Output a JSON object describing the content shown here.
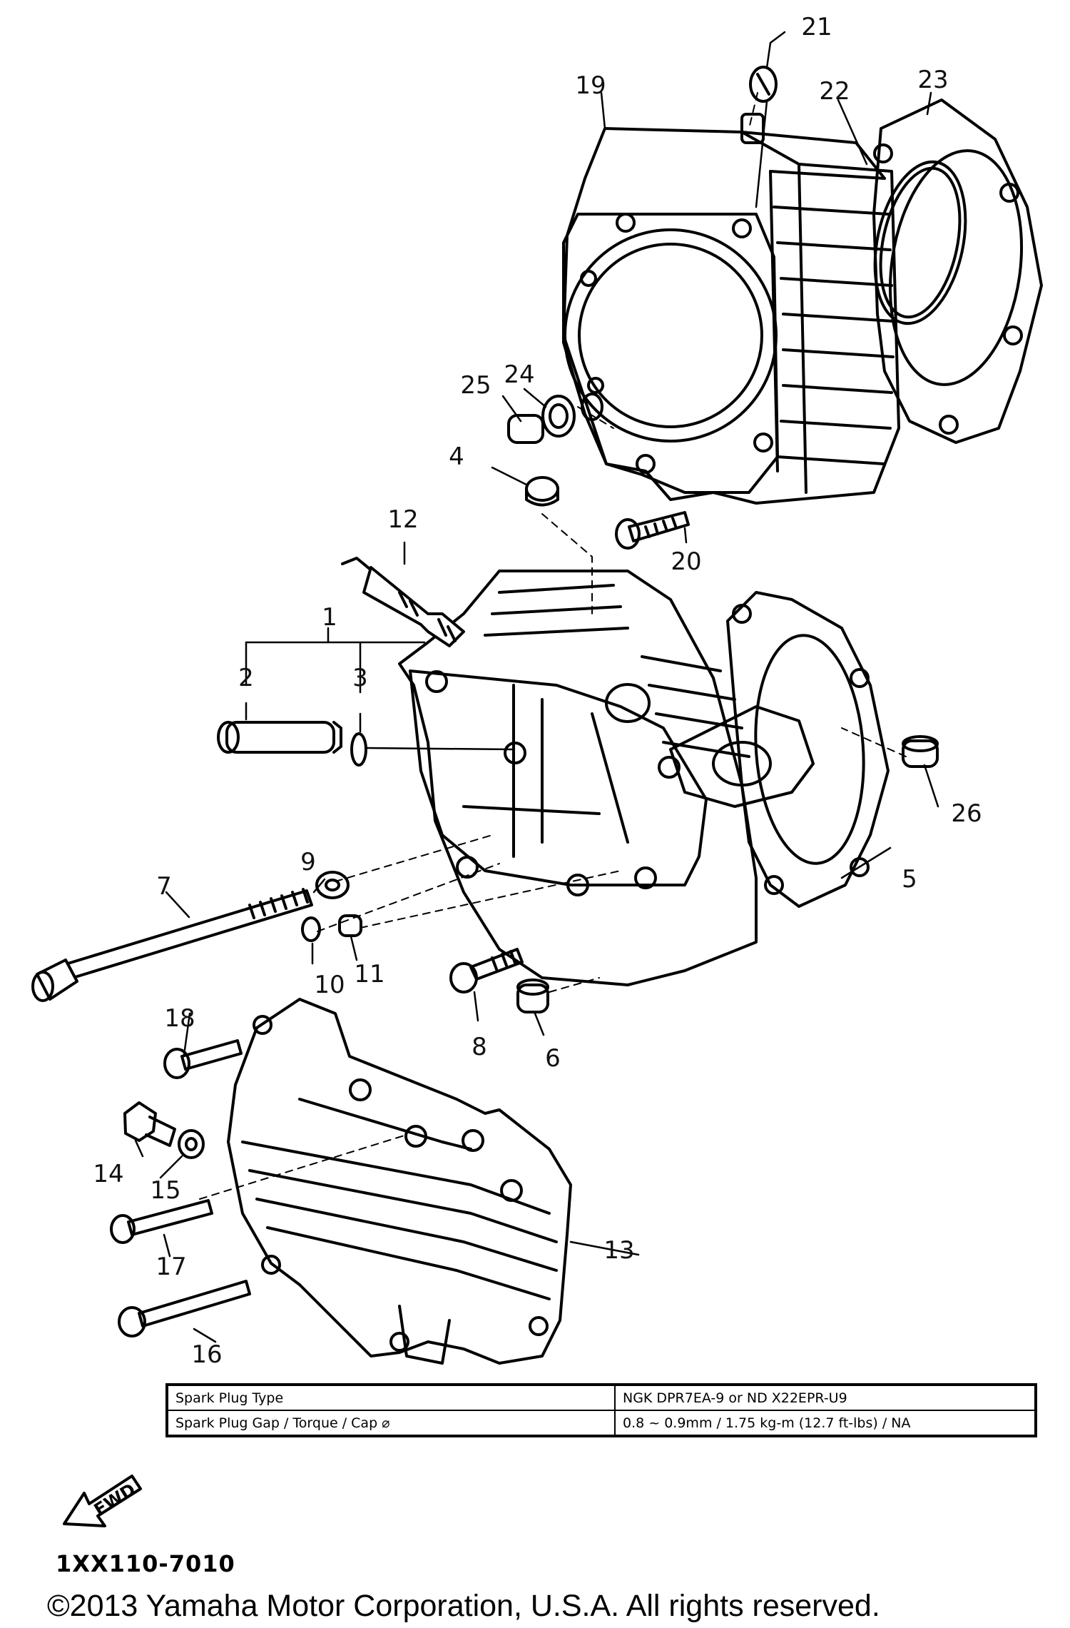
{
  "callouts": [
    "1",
    "2",
    "3",
    "4",
    "5",
    "6",
    "7",
    "8",
    "9",
    "10",
    "11",
    "12",
    "13",
    "14",
    "15",
    "16",
    "17",
    "18",
    "19",
    "20",
    "21",
    "22",
    "23",
    "24",
    "25",
    "26"
  ],
  "spec_table": {
    "rows": [
      {
        "label": "Spark Plug Type",
        "value": "NGK DPR7EA-9 or ND X22EPR-U9"
      },
      {
        "label": "Spark Plug Gap / Torque / Cap ⌀",
        "value": "0.8 ~ 0.9mm / 1.75 kg-m (12.7 ft-lbs) / NA"
      }
    ]
  },
  "fwd_label": "FWD",
  "diagram_id": "1XX110-7010",
  "copyright": "©2013 Yamaha Motor Corporation, U.S.A. All rights reserved."
}
